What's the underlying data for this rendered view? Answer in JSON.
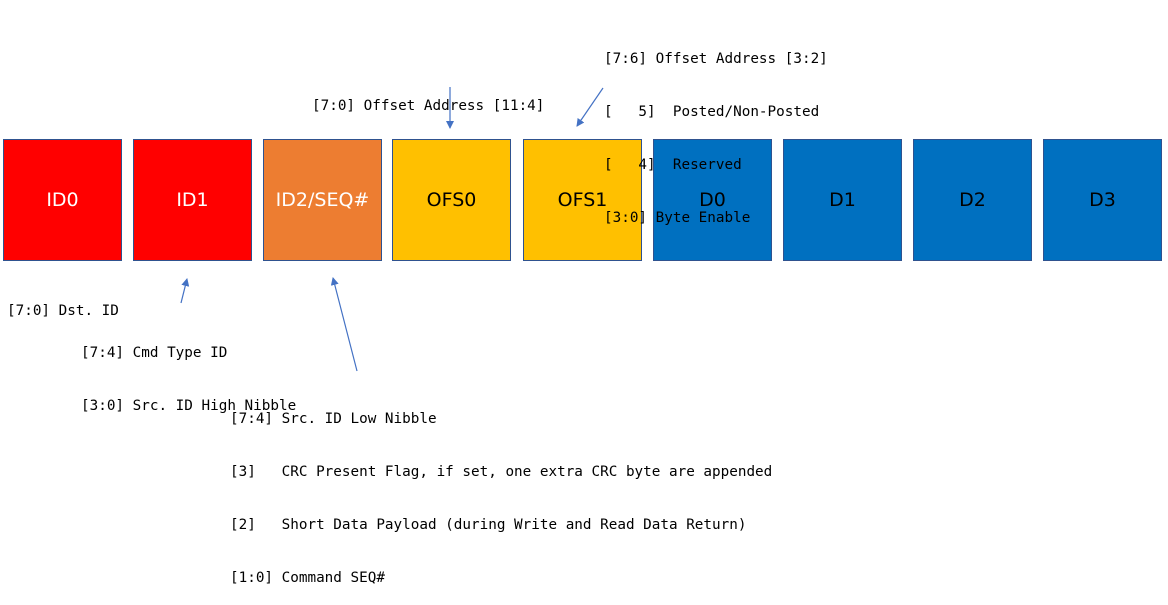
{
  "colors": {
    "red": "#ff0000",
    "orange": "#ed7d31",
    "yellow": "#ffc000",
    "blue": "#0070c0",
    "arrow": "#4472c4"
  },
  "fields": [
    {
      "label": "ID0",
      "color": "red"
    },
    {
      "label": "ID1",
      "color": "red"
    },
    {
      "label": "ID2/SEQ#",
      "color": "orange"
    },
    {
      "label": "OFS0",
      "color": "yellow"
    },
    {
      "label": "OFS1",
      "color": "yellow"
    },
    {
      "label": "D0",
      "color": "blue"
    },
    {
      "label": "D1",
      "color": "blue"
    },
    {
      "label": "D2",
      "color": "blue"
    },
    {
      "label": "D3",
      "color": "blue"
    }
  ],
  "notes": {
    "ofs1": [
      "[7:6] Offset Address [3:2]",
      "[   5]  Posted/Non-Posted",
      "[   4]  Reserved",
      "[3:0] Byte Enable"
    ],
    "ofs0": [
      "[7:0] Offset Address [11:4]"
    ],
    "id0": [
      "[7:0] Dst. ID"
    ],
    "id1": [
      "[7:4] Cmd Type ID",
      "[3:0] Src. ID High Nibble"
    ],
    "id2": [
      "[7:4] Src. ID Low Nibble",
      "[3]   CRC Present Flag, if set, one extra CRC byte are appended",
      "[2]   Short Data Payload (during Write and Read Data Return)",
      "[1:0] Command SEQ#"
    ]
  }
}
